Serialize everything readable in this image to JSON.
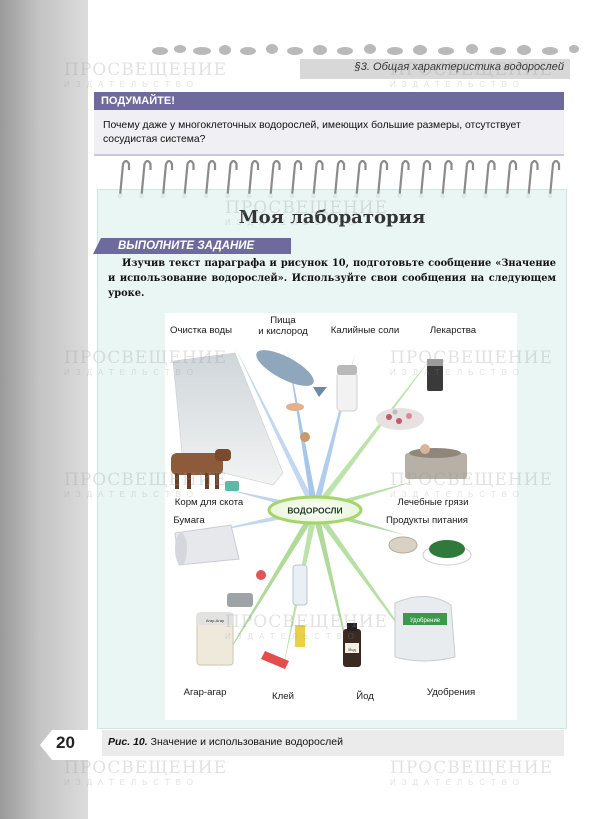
{
  "header": {
    "section": "§3. Общая характеристика водорослей"
  },
  "think": {
    "title": "ПОДУМАЙТЕ!",
    "text": "Почему даже у многоклеточных водорослей, имеющих большие размеры, отсутствует сосудистая система?"
  },
  "lab": {
    "title": "Моя лаборатория",
    "task_label": "ВЫПОЛНИТЕ ЗАДАНИЕ",
    "task_text": "Изучив текст параграфа и рисунок 10, подготовьте сообщение «Значение и использование водорослей». Используйте свои сообщения на следующем уроке."
  },
  "figure": {
    "center": "ВОДОРОСЛИ",
    "labels": [
      "Очистка воды",
      "Пища и кислород",
      "Калийные соли",
      "Лекарства",
      "Корм для скота",
      "Лечебные грязи",
      "Бумага",
      "Продукты питания",
      "Агар-агар",
      "Клей",
      "Йод",
      "Удобрения"
    ],
    "bottle_labels": [
      "Йод",
      "Удобрение",
      "Агар-Агар"
    ]
  },
  "footer": {
    "page_number": "20",
    "caption_ref": "Рис. 10.",
    "caption_text": "Значение и использование водорослей"
  },
  "watermark": {
    "brand": "ПРОСВЕЩЕНИЕ",
    "sub": "ИЗДАТЕЛЬСТВО"
  },
  "colors": {
    "accent_purple": "#6e6a9c",
    "lab_bg": "#eaf6f4",
    "hub_green": "#a7d46a"
  }
}
